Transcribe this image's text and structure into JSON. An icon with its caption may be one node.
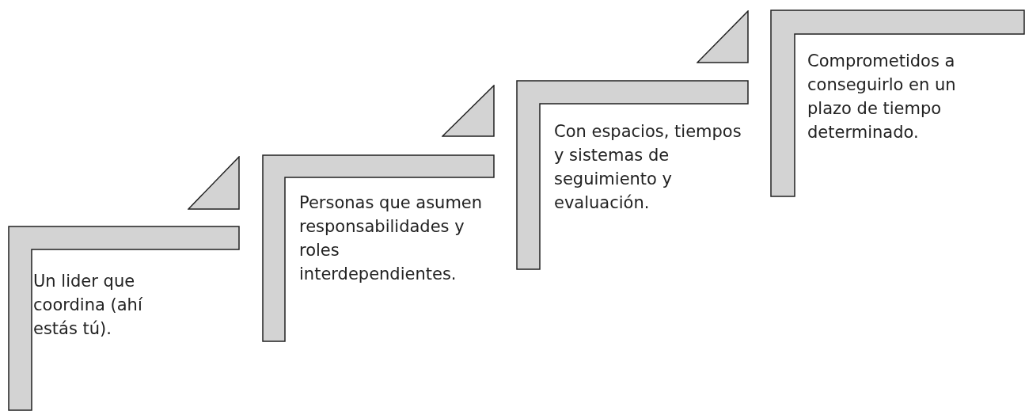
{
  "diagram": {
    "nodes": [
      {
        "text": [
          "Un lider que coordina (ahí estás tú)."
        ]
      },
      {
        "text": [
          "Personas que asumen responsabilidades y roles interdependientes."
        ]
      },
      {
        "text": [
          "Con espacios, tiempos y sistemas de seguimiento y evaluación."
        ]
      },
      {
        "text": [
          "Comprometidos a conseguirlo en un plazo de tiempo determinado."
        ]
      }
    ]
  }
}
